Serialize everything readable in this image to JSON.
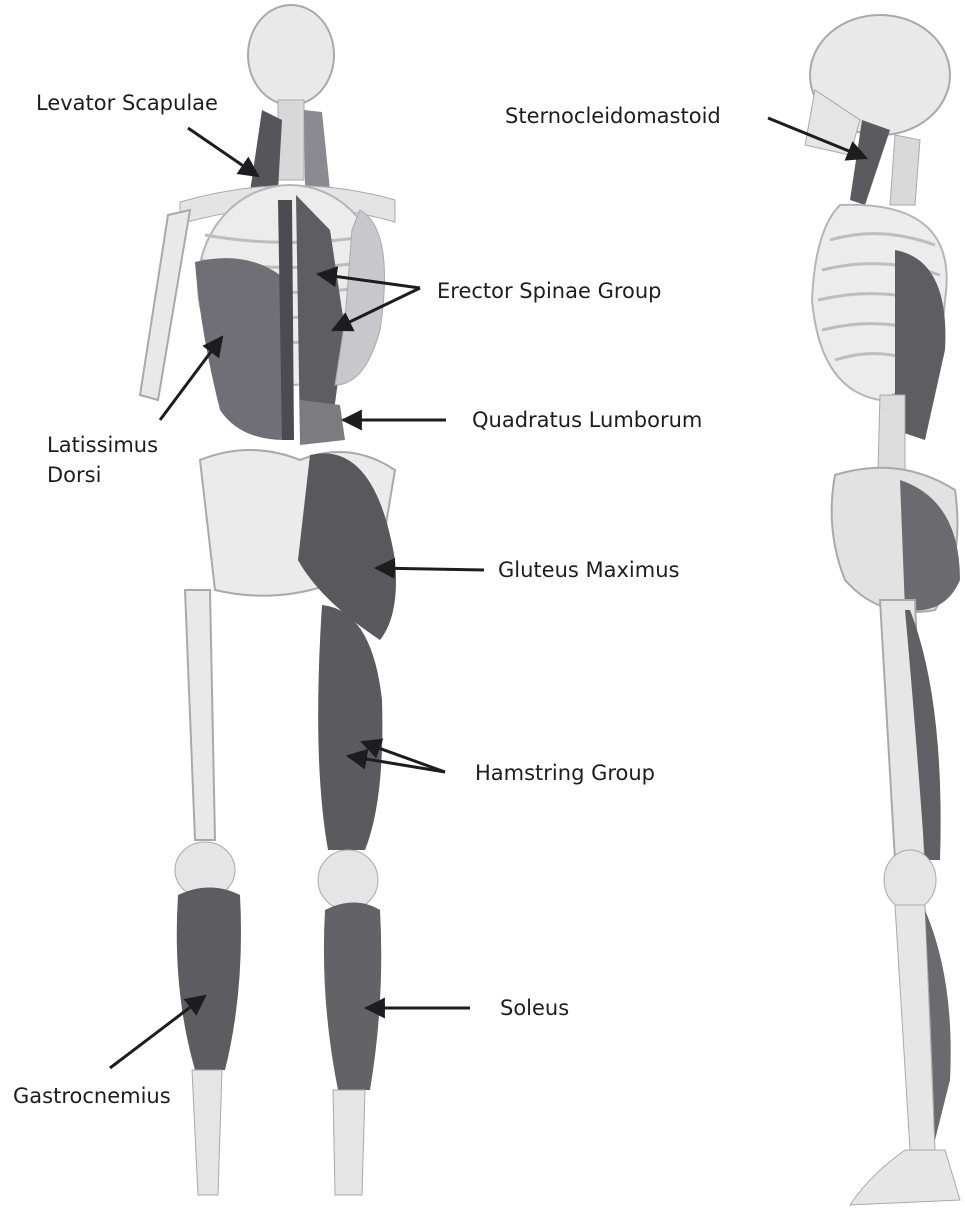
{
  "colors": {
    "bone": "#e9e9e9",
    "bone_outline": "#a9a9a9",
    "muscle": "#6f6f75",
    "muscle_dark": "#4b4b50",
    "label_text": "#1d1d1f",
    "arrow": "#1d1d1f"
  },
  "figures": [
    {
      "name": "posterior-view-skeleton",
      "view": "posterior"
    },
    {
      "name": "lateral-view-skeleton",
      "view": "lateral"
    }
  ],
  "labels": {
    "levator_scapulae": "Levator Scapulae",
    "sternocleidomastoid": "Sternocleidomastoid",
    "erector_spinae": "Erector Spinae Group",
    "latissimus_dorsi": [
      "Latissimus",
      "Dorsi"
    ],
    "quadratus_lumborum": "Quadratus Lumborum",
    "gluteus_maximus": "Gluteus Maximus",
    "hamstring": "Hamstring Group",
    "soleus": "Soleus",
    "gastrocnemius": "Gastrocnemius"
  }
}
